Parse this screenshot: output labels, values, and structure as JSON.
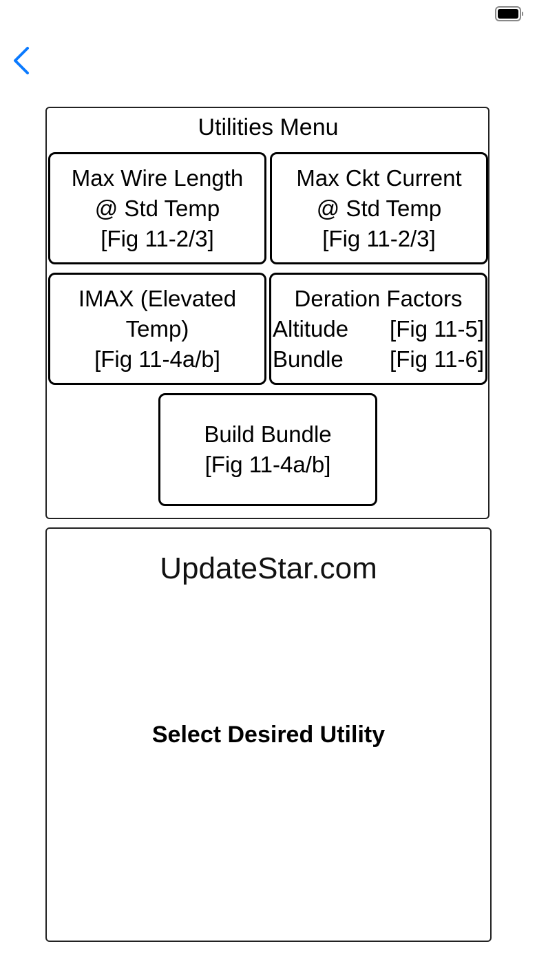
{
  "menu": {
    "title": "Utilities Menu",
    "buttons": {
      "max_wire": [
        "Max Wire Length",
        "@ Std Temp",
        "[Fig 11-2/3]"
      ],
      "max_ckt": [
        "Max Ckt Current",
        "@ Std Temp",
        "[Fig 11-2/3]"
      ],
      "imax": [
        "IMAX (Elevated",
        "Temp)",
        "[Fig 11-4a/b]"
      ],
      "deration": {
        "title": "Deration Factors",
        "rows": [
          [
            "Altitude",
            "[Fig 11-5]"
          ],
          [
            "Bundle",
            "[Fig 11-6]"
          ]
        ]
      },
      "build_bundle": [
        "Build Bundle",
        "[Fig 11-4a/b]"
      ]
    }
  },
  "result": {
    "text": "Select Desired Utility"
  },
  "watermark": "UpdateStar.com",
  "colors": {
    "accent": "#0a7aff"
  }
}
